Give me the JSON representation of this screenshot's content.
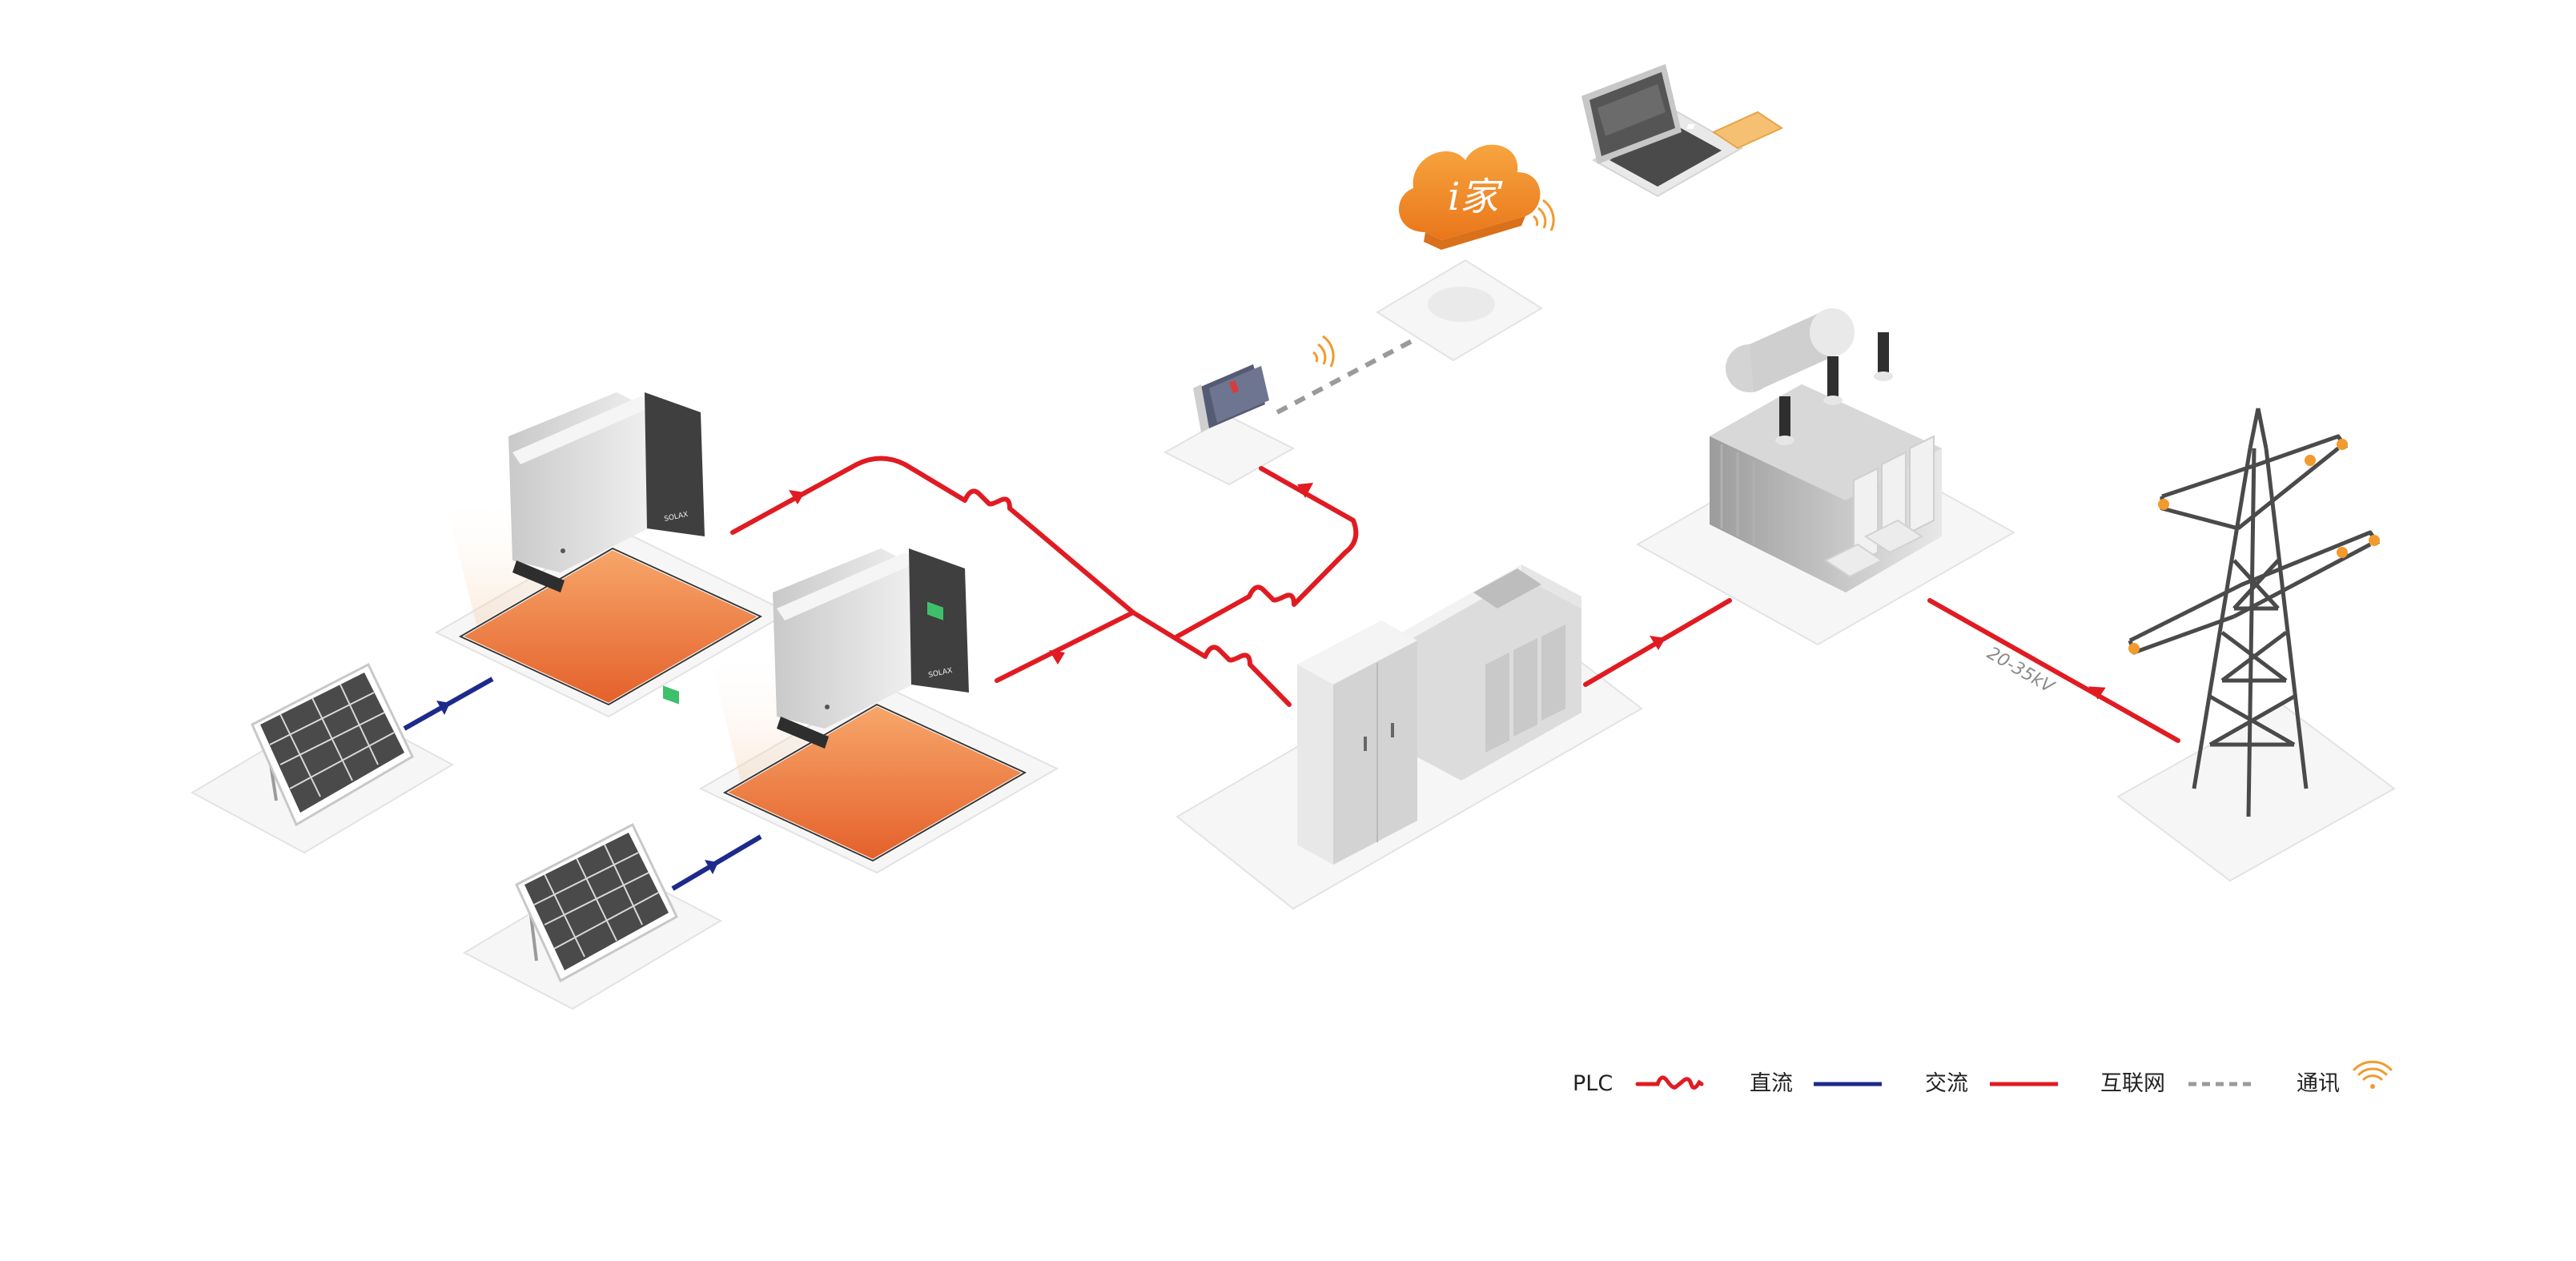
{
  "colors": {
    "dc_line": "#1d2a8c",
    "ac_line": "#e01b22",
    "internet_line": "#9a9a9a",
    "wifi": "#f29a2e",
    "inverter_glow": "#e9652d",
    "cloud": "#f08a24"
  },
  "diagram": {
    "inverter_1_brand": "SOLAX",
    "inverter_2_brand": "SOLAX",
    "cloud_logo_text": "i家",
    "voltage_label": "20-35kV"
  },
  "legend": {
    "plc_label": "PLC",
    "dc_label": "直流",
    "ac_label": "交流",
    "internet_label": "互联网",
    "comm_label": "通讯"
  },
  "icons": [
    "solar-panel-icon",
    "inverter-icon",
    "cloud-icon",
    "laptop-icon",
    "data-logger-icon",
    "wifi-icon",
    "transformer-icon",
    "switchgear-icon",
    "transmission-tower-icon"
  ]
}
